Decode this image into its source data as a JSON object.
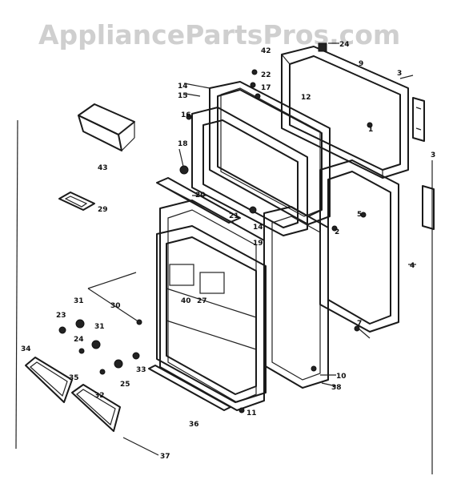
{
  "watermark": "AppliancePartsPros.com",
  "callouts": {
    "n1": "1",
    "n2": "2",
    "n3": "3",
    "n3b": "3",
    "n4": "4",
    "n5": "5",
    "n7": "7",
    "n9": "9",
    "n10": "10",
    "n11": "11",
    "n12": "12",
    "n14": "14",
    "n14b": "14",
    "n15": "15",
    "n16": "16",
    "n17": "17",
    "n18": "18",
    "n19": "19",
    "n20": "20",
    "n21": "21",
    "n22": "22",
    "n23": "23",
    "n24": "24",
    "n24b": "24",
    "n25": "25",
    "n27": "27",
    "n29": "29",
    "n30": "30",
    "n31": "31",
    "n31b": "31",
    "n32": "32",
    "n33": "33",
    "n34": "34",
    "n35": "35",
    "n36": "36",
    "n37": "37",
    "n38": "38",
    "n40": "40",
    "n42": "42",
    "n43": "43"
  }
}
